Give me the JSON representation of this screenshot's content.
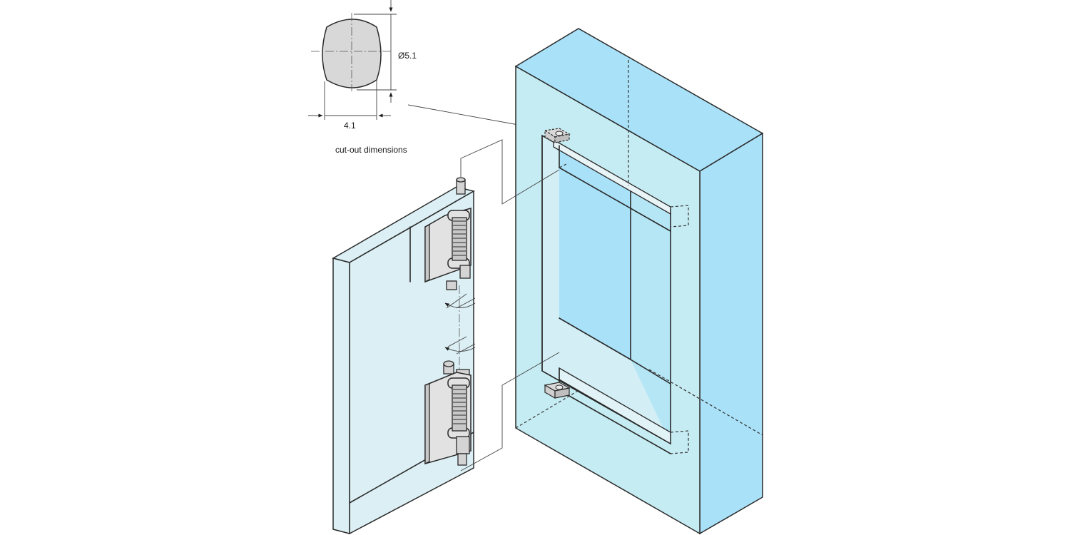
{
  "labels": {
    "diameter": "Ø5.1",
    "width": "4.1",
    "caption": "cut-out dimensions"
  },
  "colors": {
    "glass_face": "#dbeff4",
    "cabinet_side": "#a9e1f8",
    "cabinet_front": "#c6ecf3",
    "cabinet_inner": "#a9e1f8",
    "cutout_fill": "#d8d8d8",
    "hinge_metal": "#e2e2e2",
    "line": "#2a2a2a"
  }
}
